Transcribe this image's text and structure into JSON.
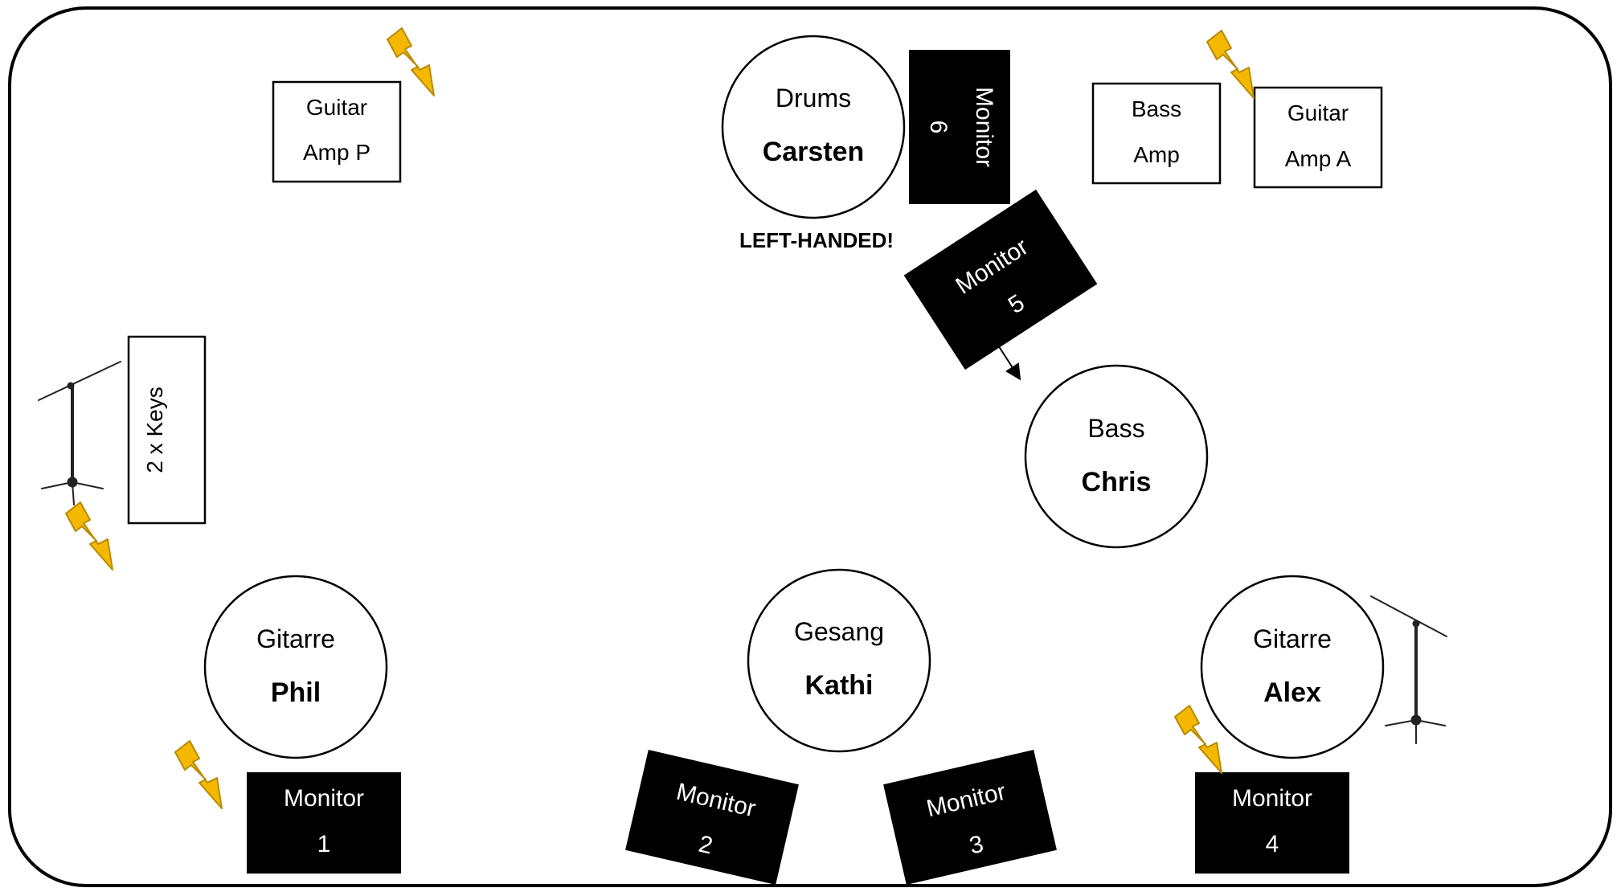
{
  "stage": {
    "border_color": "#000000",
    "background": "#ffffff"
  },
  "musicians": {
    "drums": {
      "role": "Drums",
      "name": "Carsten",
      "note": "LEFT-HANDED!"
    },
    "bass": {
      "role": "Bass",
      "name": "Chris"
    },
    "guitar_phil": {
      "role": "Gitarre",
      "name": "Phil"
    },
    "vocals": {
      "role": "Gesang",
      "name": "Kathi"
    },
    "guitar_alex": {
      "role": "Gitarre",
      "name": "Alex"
    }
  },
  "amps": {
    "guitar_amp_p": {
      "line1": "Guitar",
      "line2": "Amp P"
    },
    "bass_amp": {
      "line1": "Bass",
      "line2": "Amp"
    },
    "guitar_amp_a": {
      "line1": "Guitar",
      "line2": "Amp A"
    },
    "keys": {
      "label": "2 x Keys"
    }
  },
  "monitors": {
    "m1": {
      "label": "Monitor",
      "number": "1"
    },
    "m2": {
      "label": "Monitor",
      "number": "2"
    },
    "m3": {
      "label": "Monitor",
      "number": "3"
    },
    "m4": {
      "label": "Monitor",
      "number": "4"
    },
    "m5": {
      "label": "Monitor",
      "number": "5"
    },
    "m6": {
      "label": "Monitor",
      "number": "6"
    }
  },
  "icons": {
    "power": "lightning-bolt-icon",
    "mic_stand": "mic-stand-icon"
  },
  "colors": {
    "monitor_fill": "#000000",
    "monitor_text": "#ffffff",
    "power_fill": "#f5b800",
    "power_stroke": "#b88a00"
  }
}
